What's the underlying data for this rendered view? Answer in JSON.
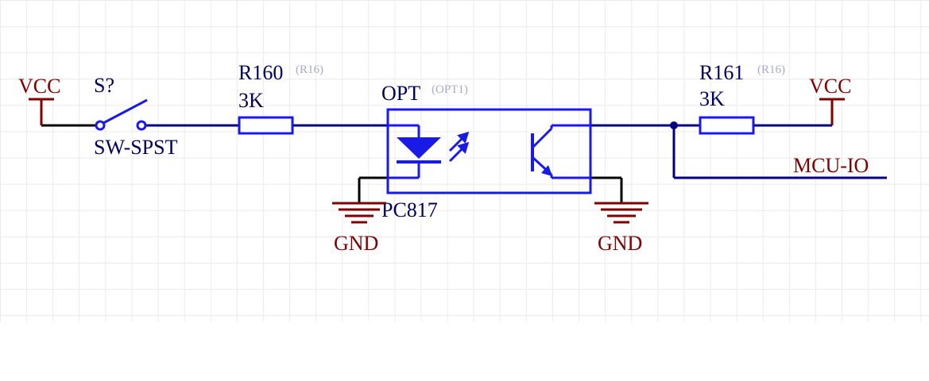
{
  "colors": {
    "wire": "#000080",
    "part": "#1a1ae6",
    "power": "#800000",
    "text_dark": "#00005c",
    "grid": "#ebebeb",
    "faint": "#a9a9c8"
  },
  "schematic": {
    "vcc_left": "VCC",
    "switch": {
      "designator": "S?",
      "value": "SW-SPST"
    },
    "r160": {
      "designator": "R160",
      "alt": "(R16)",
      "value": "3K"
    },
    "opto": {
      "designator": "OPT",
      "alt": "(OPT1)",
      "part": "PC817"
    },
    "gnd_left": "GND",
    "gnd_right": "GND",
    "r161": {
      "designator": "R161",
      "alt": "(R16)",
      "value": "3K"
    },
    "vcc_right": "VCC",
    "net_label": "MCU-IO"
  }
}
